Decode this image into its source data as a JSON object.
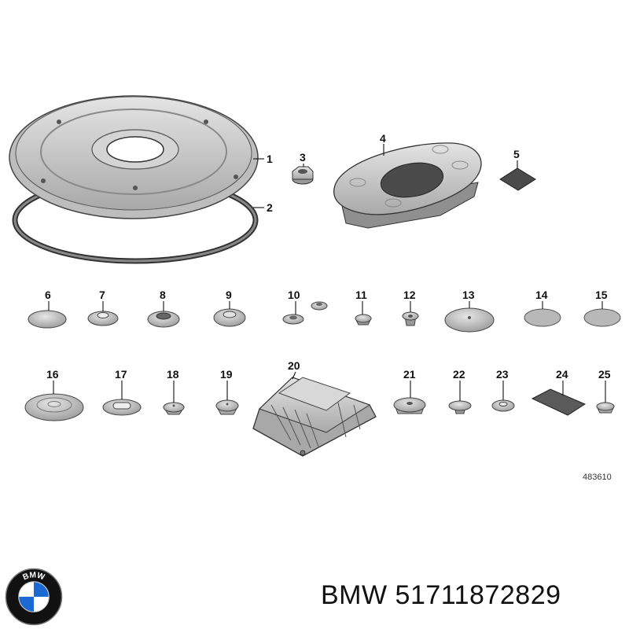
{
  "diagram": {
    "callouts": [
      "1",
      "2",
      "3",
      "4",
      "5",
      "6",
      "7",
      "8",
      "9",
      "10",
      "11",
      "12",
      "13",
      "14",
      "15",
      "16",
      "17",
      "18",
      "19",
      "20",
      "21",
      "22",
      "23",
      "24",
      "25"
    ],
    "reference_number": "483610"
  },
  "caption": {
    "brand": "BMW",
    "part_number": "51711872829",
    "text": "BMW 51711872829"
  },
  "logo": {
    "icon": "bmw-roundel-icon",
    "lettering": "BMW"
  },
  "colors": {
    "part_fill": "#c9c9c9",
    "part_stroke": "#3a3a3a",
    "dark_fill": "#4a4a4a",
    "logo_blue": "#1c69d4"
  }
}
